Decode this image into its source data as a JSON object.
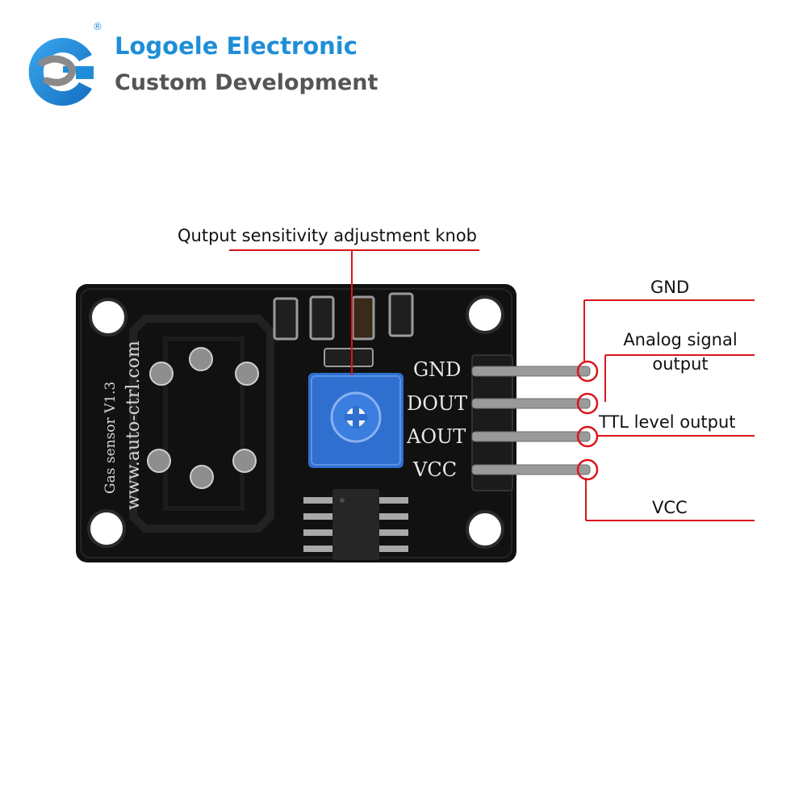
{
  "brand": {
    "logo": "logoele-g-logo-icon",
    "registered": "®",
    "title": "Logoele Electronic",
    "subtitle": "Custom Development",
    "colors": {
      "blue": "#1f8ed8",
      "gray": "#555555"
    }
  },
  "board": {
    "silkscreen": {
      "pins": [
        "GND",
        "DOUT",
        "AOUT",
        "VCC"
      ],
      "sensor_label": "Gas sensor V1.3",
      "url": "www.auto-ctrl.com"
    },
    "colors": {
      "pcb": "#111111",
      "pot": "#2f6fd0",
      "header": "#1b1b1b",
      "pin": "#9a9a9a"
    }
  },
  "callouts": {
    "knob": "Qutput sensitivity adjustment knob",
    "gnd": "GND",
    "analog_line1": "Analog signal",
    "analog_line2": "output",
    "ttl": "TTL level output",
    "vcc": "VCC",
    "line_color": "#d9161c"
  }
}
